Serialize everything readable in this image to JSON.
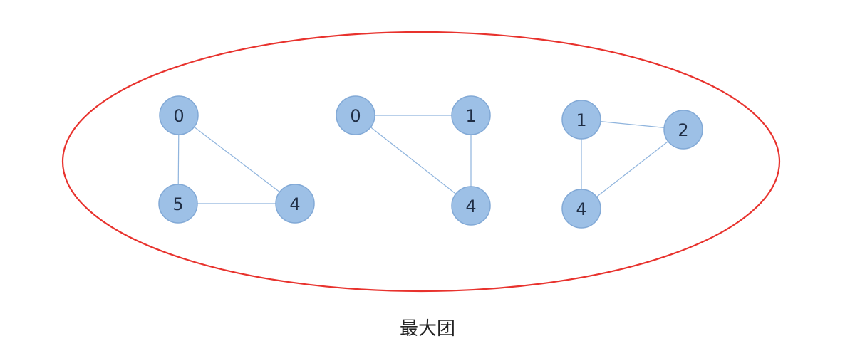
{
  "caption": "最大团",
  "container": {
    "stroke_color": "#e8322d"
  },
  "node_fill_color": "#9dc0e6",
  "edge_color": "#8fb4dd",
  "cliques": [
    {
      "nodes": [
        "0",
        "5",
        "4"
      ],
      "edges": [
        [
          "0",
          "5"
        ],
        [
          "0",
          "4"
        ],
        [
          "5",
          "4"
        ]
      ]
    },
    {
      "nodes": [
        "0",
        "1",
        "4"
      ],
      "edges": [
        [
          "0",
          "1"
        ],
        [
          "1",
          "4"
        ],
        [
          "0",
          "4"
        ]
      ]
    },
    {
      "nodes": [
        "1",
        "2",
        "4"
      ],
      "edges": [
        [
          "1",
          "2"
        ],
        [
          "1",
          "4"
        ],
        [
          "2",
          "4"
        ]
      ]
    }
  ]
}
